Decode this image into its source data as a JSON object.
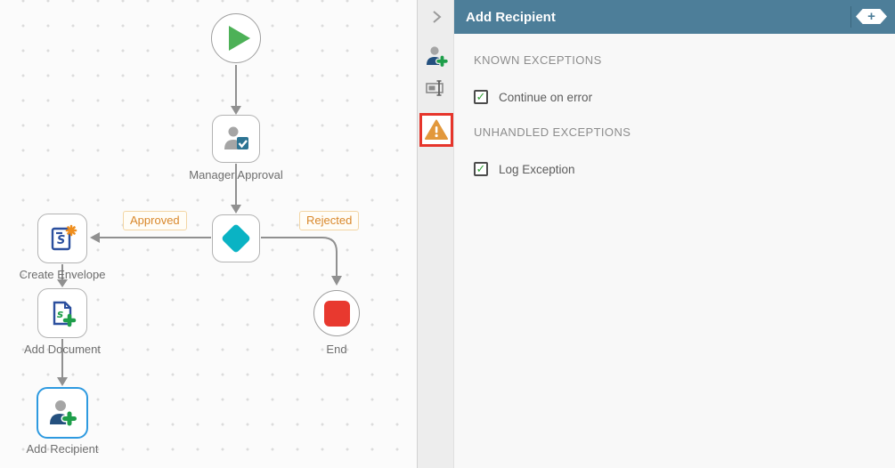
{
  "canvas": {
    "nodes": {
      "manager_approval": {
        "label": "Manager Approval"
      },
      "create_envelope": {
        "label": "Create Envelope"
      },
      "add_document": {
        "label": "Add Document"
      },
      "add_recipient": {
        "label": "Add Recipient"
      },
      "end": {
        "label": "End"
      }
    },
    "branch_labels": {
      "approved": "Approved",
      "rejected": "Rejected"
    }
  },
  "panel": {
    "title": "Add Recipient",
    "sections": [
      {
        "heading": "KNOWN EXCEPTIONS",
        "checkbox": {
          "label": "Continue on error",
          "checked": true
        }
      },
      {
        "heading": "UNHANDLED EXCEPTIONS",
        "checkbox": {
          "label": "Log Exception",
          "checked": true
        }
      }
    ]
  },
  "icons": {
    "check": "✓",
    "plus": "+",
    "doc_s_upper": "S",
    "doc_s_lower": "s"
  },
  "colors": {
    "header_teal": "#4d7e99",
    "decision_teal": "#0ab3c4",
    "end_red": "#e8392f",
    "start_green": "#4db157",
    "branch_orange": "#d9882b",
    "warning_orange": "#e2983c",
    "highlight_red": "#e6352b",
    "selected_blue": "#2e9ae0",
    "check_green": "#36a23c"
  }
}
